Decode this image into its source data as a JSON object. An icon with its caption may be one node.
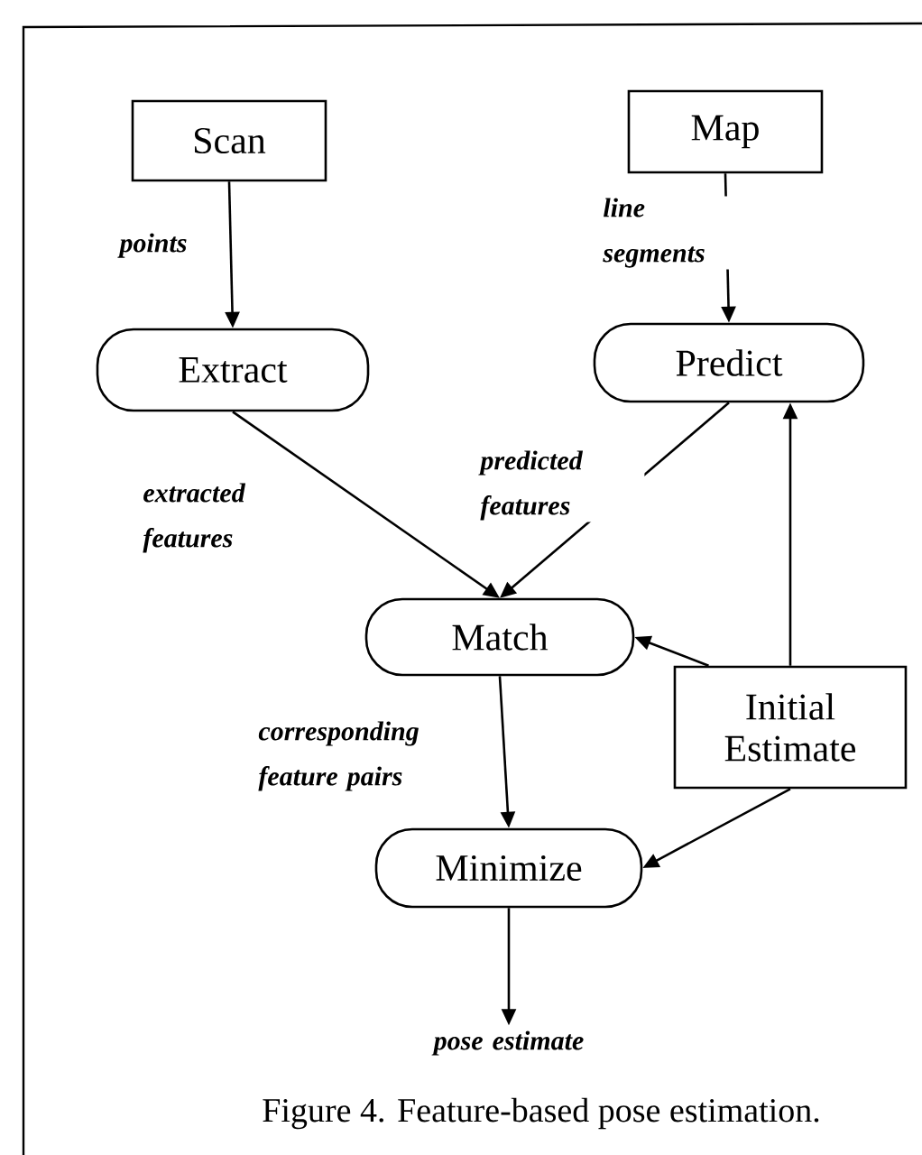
{
  "diagram": {
    "caption": "Figure 4. Feature-based pose estimation.",
    "nodes": [
      {
        "text": [
          "Scan"
        ]
      },
      {
        "text": [
          "Map"
        ]
      },
      {
        "text": [
          "Extract"
        ]
      },
      {
        "text": [
          "Predict"
        ]
      },
      {
        "text": [
          "Match"
        ]
      },
      {
        "text": [
          "Initial Estimate"
        ]
      },
      {
        "text": [
          "Minimize"
        ]
      }
    ],
    "edges": [
      {
        "from": 0,
        "to": 2,
        "arrow": "to",
        "label": "points"
      },
      {
        "from": 1,
        "to": 3,
        "arrow": "to",
        "label": "line segments"
      },
      {
        "from": 2,
        "to": 4,
        "arrow": "to",
        "label": "extracted features"
      },
      {
        "from": 3,
        "to": 4,
        "arrow": "to",
        "label": "predicted features"
      },
      {
        "from": 5,
        "to": 4,
        "arrow": "to"
      },
      {
        "from": 5,
        "to": 3,
        "arrow": "to"
      },
      {
        "from": 4,
        "to": 6,
        "arrow": "to",
        "label": "corresponding feature pairs"
      },
      {
        "from": 5,
        "to": 6,
        "arrow": "to"
      },
      {
        "from": 6,
        "to": null,
        "arrow": "to",
        "label": "pose estimate"
      }
    ]
  }
}
